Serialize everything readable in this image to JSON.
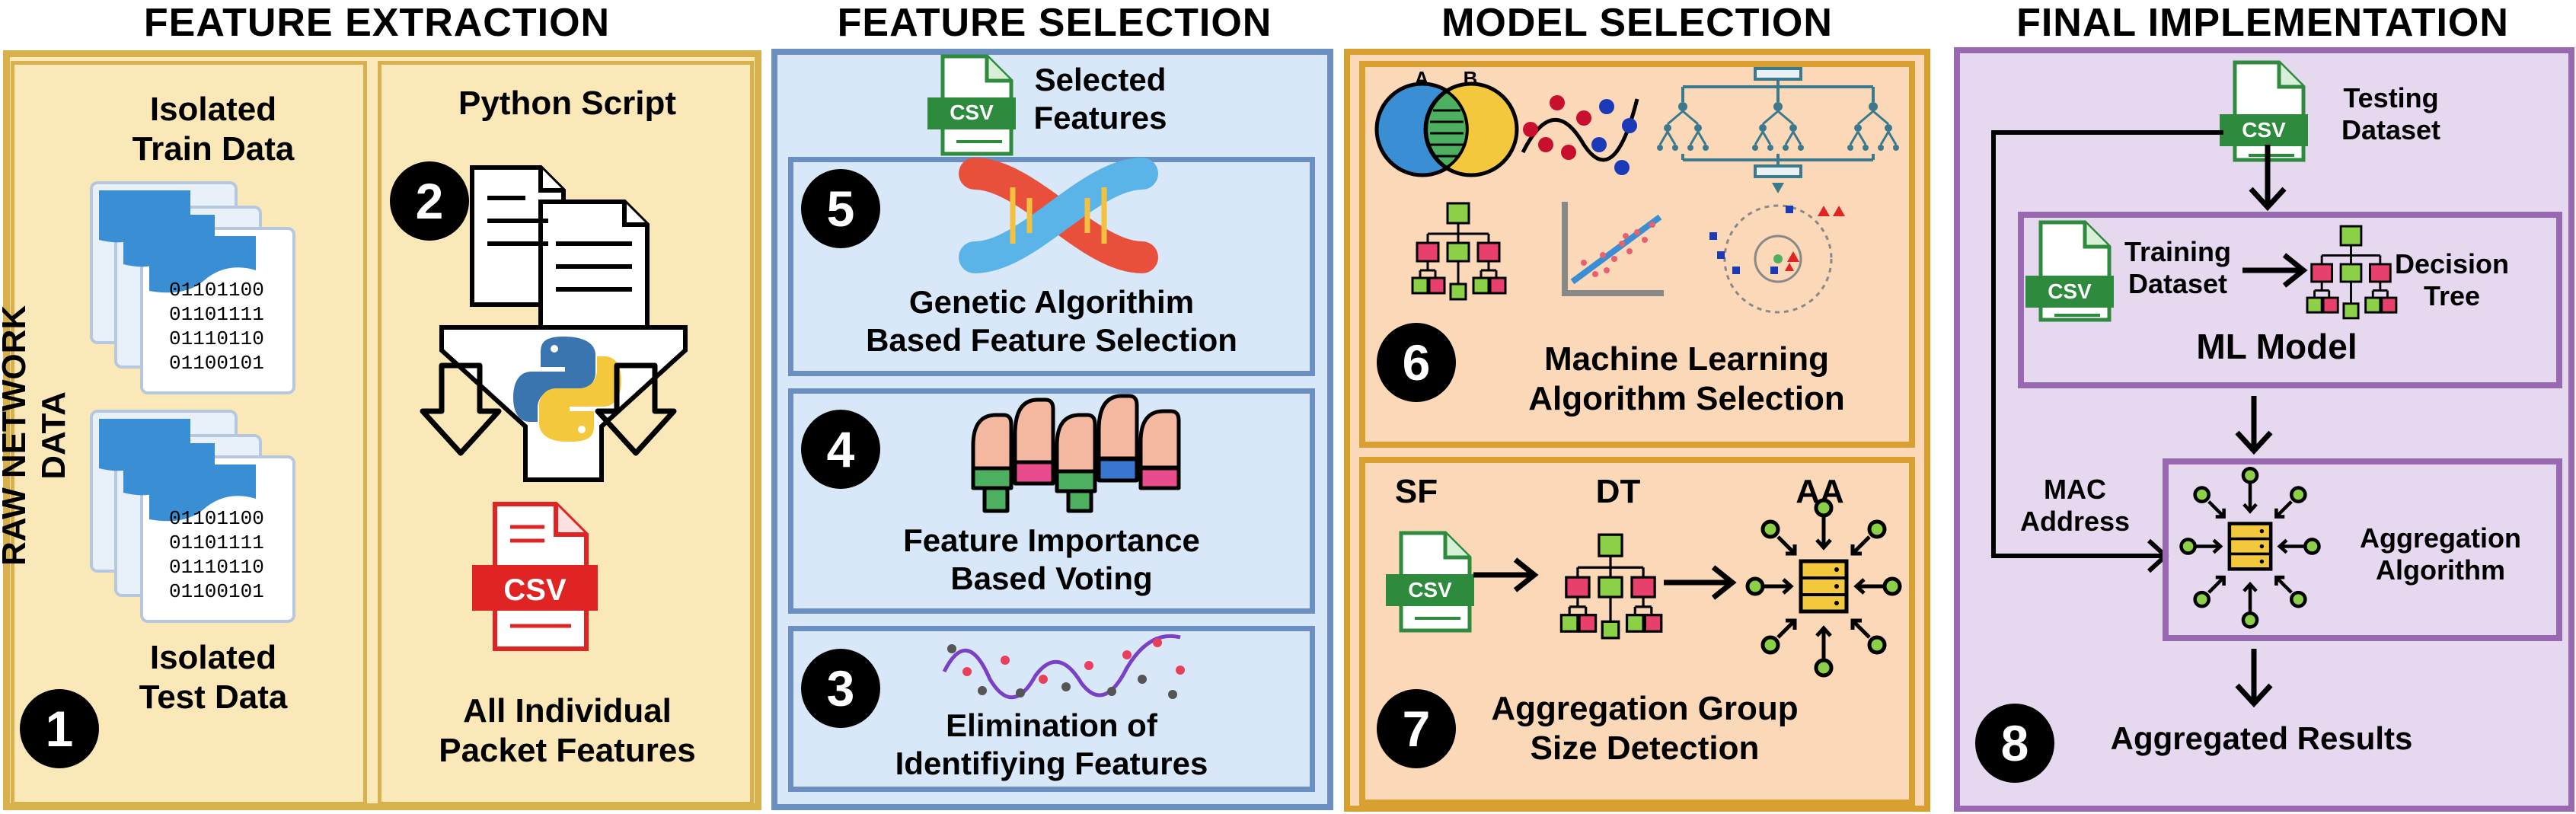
{
  "headers": {
    "feature_extraction": "FEATURE EXTRACTION",
    "feature_selection": "FEATURE  SELECTION",
    "model_selection": "MODEL  SELECTION",
    "final_implementation": "FINAL IMPLEMENTATION"
  },
  "extraction": {
    "raw_label": "RAW NETWORK DATA",
    "train_label": "Isolated\nTrain Data",
    "test_label": "Isolated\nTest Data",
    "binary_lines": [
      "01101100",
      "01101111",
      "01110110",
      "01100101"
    ],
    "script_label": "Python Script",
    "csv_text": "CSV",
    "all_features_label": "All Individual\nPacket Features",
    "step1": "1",
    "step2": "2"
  },
  "selection": {
    "selected_label": "Selected\nFeatures",
    "csv_text": "CSV",
    "ga_label": "Genetic Algorithim\nBased Feature Selection",
    "voting_label": "Feature Importance\nBased Voting",
    "elim_label": "Elimination of\nIdentifiying Features",
    "step5": "5",
    "step4": "4",
    "step3": "3"
  },
  "model": {
    "venn_a": "A",
    "venn_b": "B",
    "ml_label": "Machine Learning\nAlgorithm Selection",
    "sf_label": "SF",
    "dt_label": "DT",
    "aa_label": "AA",
    "csv_text": "CSV",
    "agg_label": "Aggregation Group\nSize Detection",
    "step6": "6",
    "step7": "7"
  },
  "final": {
    "testing_label": "Testing\nDataset",
    "training_label": "Training\nDataset",
    "dt_label": "Decision\nTree",
    "ml_model_label": "ML Model",
    "mac_label": "MAC\nAddress",
    "agg_alg_label": "Aggregation\nAlgorithm",
    "results_label": "Aggregated  Results",
    "csv_text": "CSV",
    "step8": "8"
  },
  "colors": {
    "extraction_bg": "#fae8b8",
    "extraction_border": "#d8b04c",
    "selection_bg": "#d8e8f8",
    "selection_border": "#6a8fc0",
    "model_bg": "#fad8b8",
    "model_border": "#d8a030",
    "final_bg": "#e6d8ee",
    "final_border": "#9868b0",
    "csv_green": "#2e8b3e",
    "csv_red": "#e02424"
  }
}
